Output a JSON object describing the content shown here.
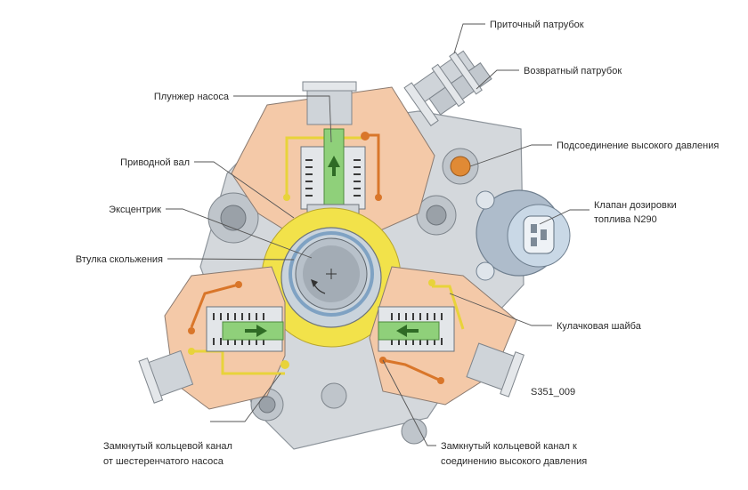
{
  "labels": {
    "inlet": "Приточный патрубок",
    "return": "Возвратный патрубок",
    "plunger": "Плунжер насоса",
    "high_pressure_conn": "Подсоединение высокого давления",
    "drive_shaft": "Приводной вал",
    "eccentric": "Эксцентрик",
    "valve_line1": "Клапан дозировки",
    "valve_line2": "топлива N290",
    "bushing": "Втулка скольжения",
    "cam_ring": "Кулачковая шайба",
    "ring_left_line1": "Замкнутый кольцевой канал",
    "ring_left_line2": "от шестеренчатого насоса",
    "ring_right_line1": "Замкнутый кольцевой канал к",
    "ring_right_line2": "соединению высокого давления",
    "figure_code": "S351_009"
  },
  "colors": {
    "peach_housing": "#f4c9a8",
    "pump_body": "#d4d8dc",
    "yellow_channel": "#e8d33a",
    "orange_channel": "#d9762a",
    "plunger_green": "#8fd07a",
    "cam_ring_yellow": "#f2e24a",
    "valve_blue": "#b9cfe0"
  }
}
